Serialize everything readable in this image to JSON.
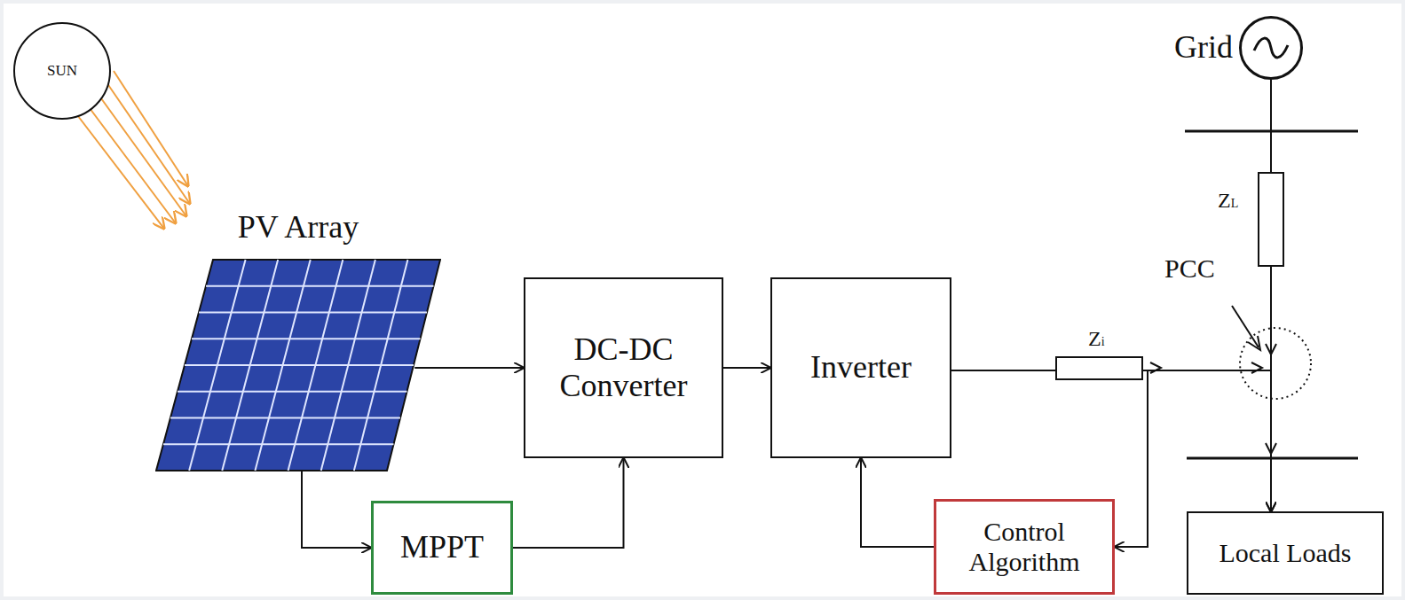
{
  "diagram": {
    "nodes": [
      {
        "text": [
          "SUN"
        ]
      },
      {
        "text": [
          "PV Array"
        ]
      },
      {
        "text": [
          "DC-DC Converter"
        ]
      },
      {
        "text": [
          "Inverter"
        ]
      },
      {
        "text": [
          "MPPT"
        ]
      },
      {
        "text": [
          "Control Algorithm"
        ]
      },
      {
        "text": [
          "Grid"
        ]
      },
      {
        "text": [
          "Local Loads"
        ]
      }
    ],
    "edges": [
      {
        "from": 1,
        "to": 2,
        "arrow": "to"
      },
      {
        "from": 1,
        "to": 4,
        "arrow": "to"
      },
      {
        "from": 4,
        "to": 2,
        "arrow": "to"
      },
      {
        "from": 2,
        "to": 3,
        "arrow": "to"
      },
      {
        "from": 3,
        "to": 7,
        "arrow": "to"
      },
      {
        "from": 3,
        "to": 5,
        "arrow": "to"
      },
      {
        "from": 5,
        "to": 3,
        "arrow": "to"
      },
      {
        "from": 6,
        "to": 7,
        "arrow": "to"
      }
    ],
    "labels": [
      "ZL",
      "Zi",
      "PCC"
    ]
  }
}
